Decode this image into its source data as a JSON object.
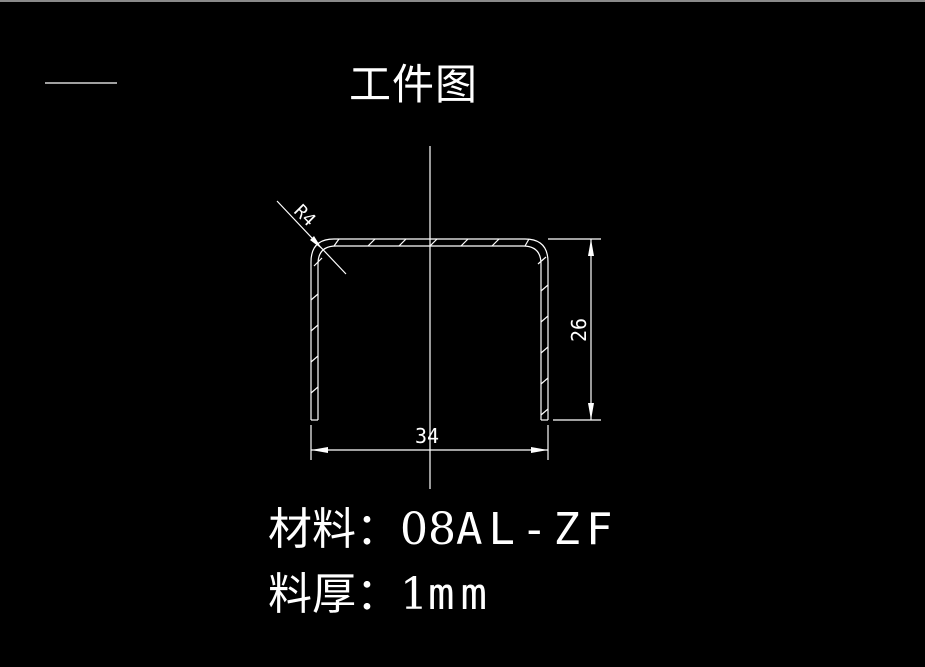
{
  "title": "工件图",
  "dimensions": {
    "radius": "R4",
    "height": "26",
    "width": "34"
  },
  "specs": {
    "material_label": "材料：",
    "material_num": "08",
    "material_code": "AL-ZF",
    "thickness_label": "料厚：",
    "thickness_num": "1",
    "thickness_unit": "mm"
  },
  "colors": {
    "background": "#000000",
    "line": "#ffffff",
    "topbar": "#8a8a8a"
  }
}
